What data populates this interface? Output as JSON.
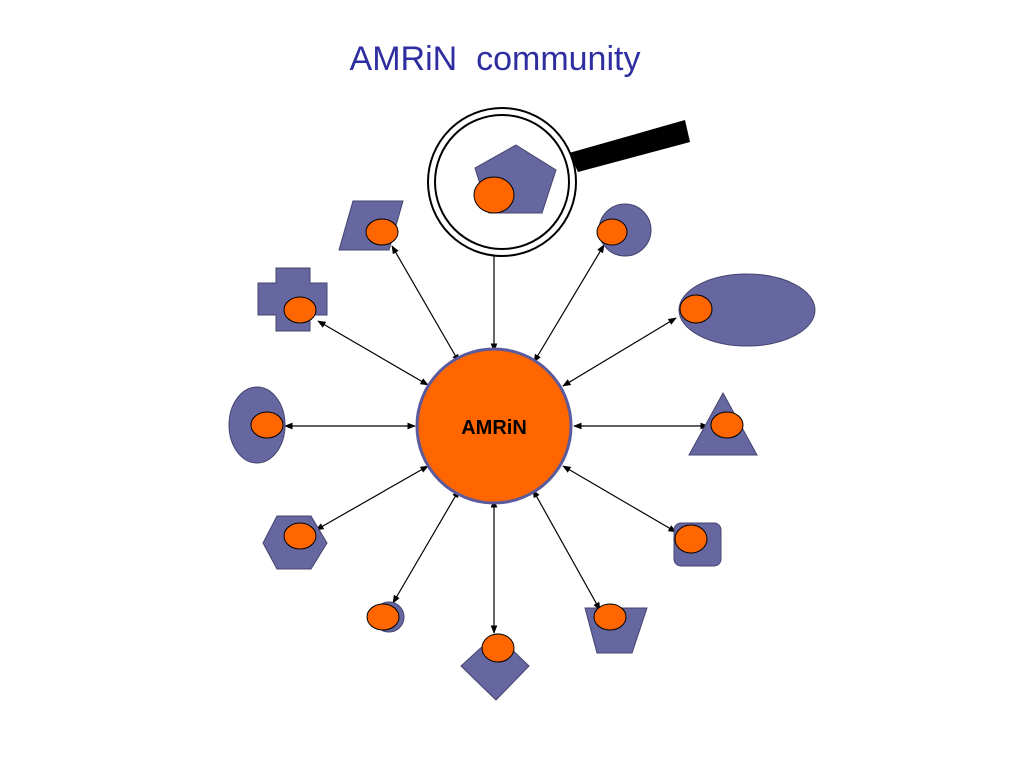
{
  "slide": {
    "title": "AMRiN  community"
  },
  "hub": {
    "label": "AMRiN"
  },
  "colors": {
    "member_fill": "#6666a0",
    "hub_fill": "#ff6600",
    "hub_stroke": "#5a5a9c",
    "connector": "#000000"
  },
  "members": [
    {
      "shape": "pentagon",
      "highlighted": true
    },
    {
      "shape": "circle"
    },
    {
      "shape": "wide-ellipse"
    },
    {
      "shape": "triangle"
    },
    {
      "shape": "rounded-square"
    },
    {
      "shape": "trapezoid"
    },
    {
      "shape": "diamond"
    },
    {
      "shape": "small-circle"
    },
    {
      "shape": "hexagon"
    },
    {
      "shape": "tall-ellipse"
    },
    {
      "shape": "cross"
    },
    {
      "shape": "parallelogram"
    }
  ],
  "magnifier": {
    "icon": "magnifying-glass-icon"
  }
}
